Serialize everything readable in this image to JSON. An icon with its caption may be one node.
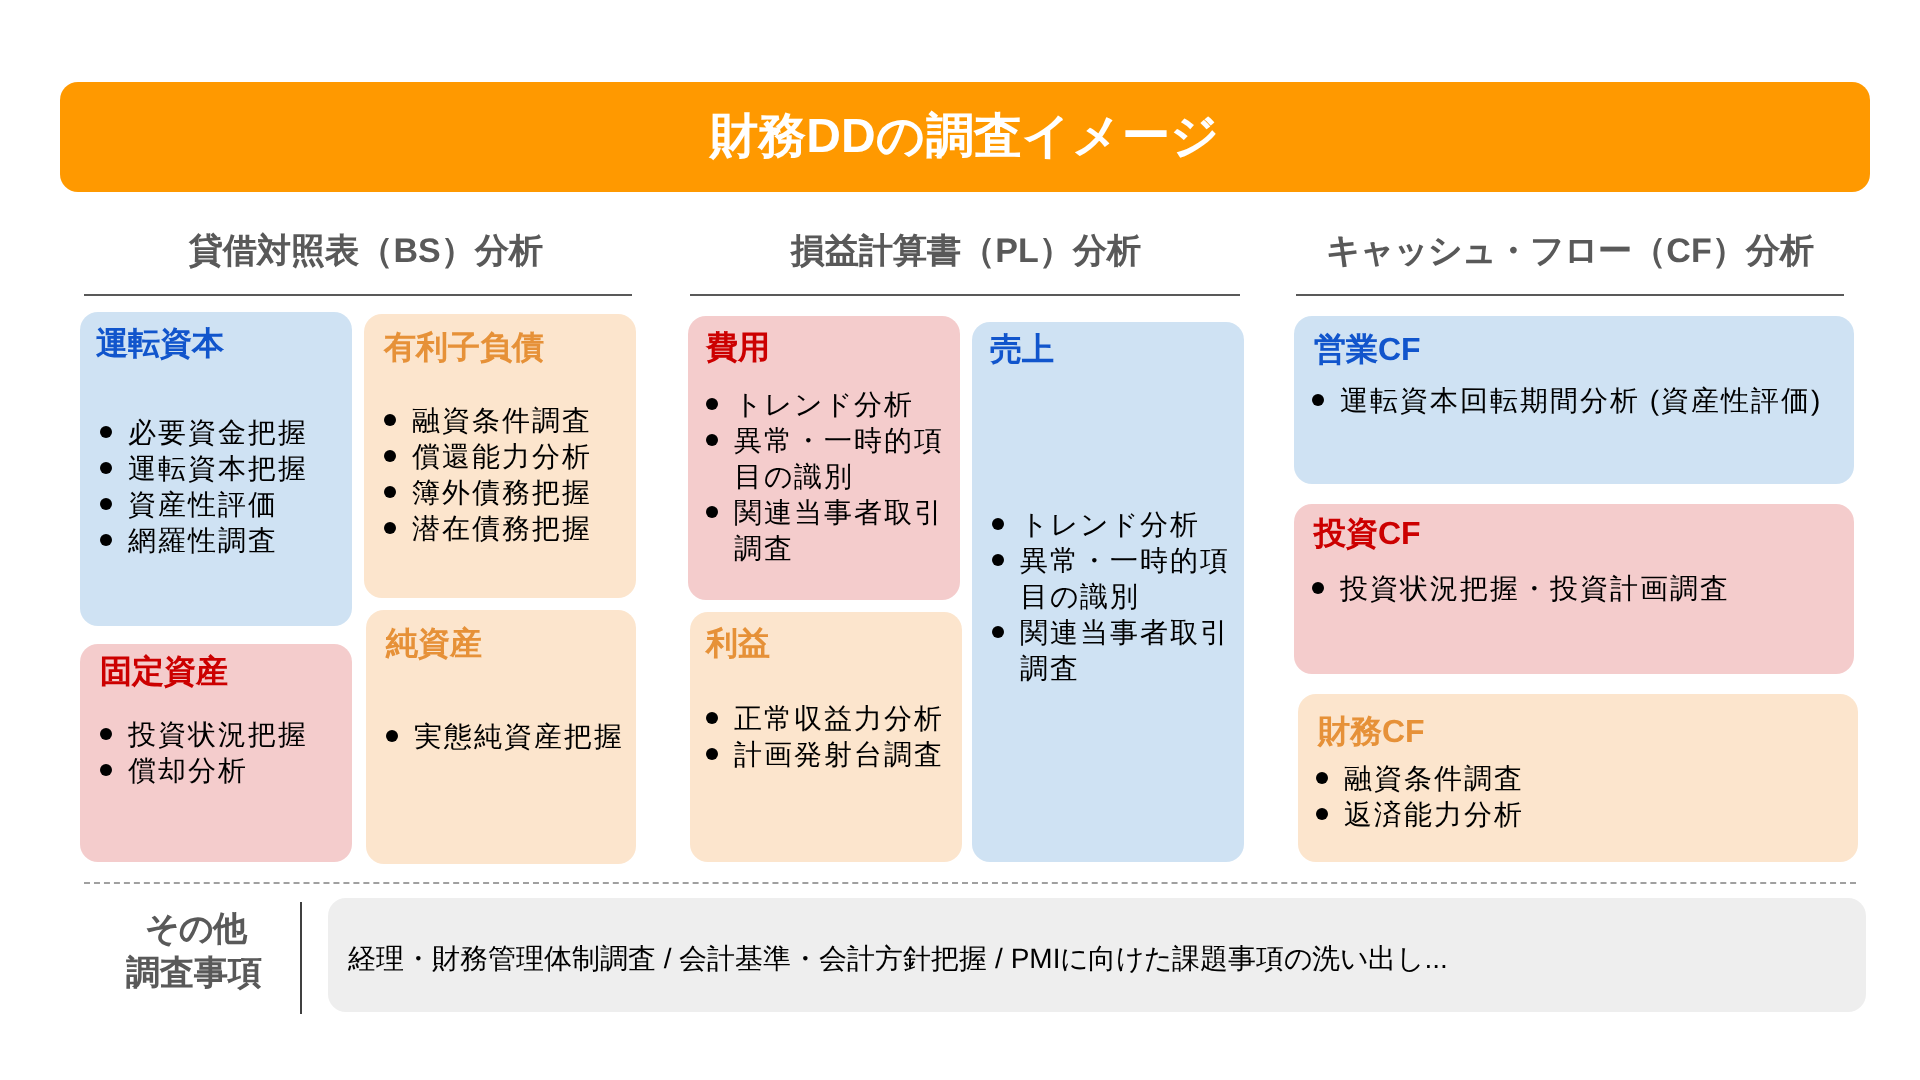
{
  "diagram": {
    "title": "財務DDの調査イメージ",
    "nodes": [
      {
        "text": [
          "運転資本",
          "必要資金把握",
          "運転資本把握",
          "資産性評価",
          "網羅性調査"
        ]
      },
      {
        "text": [
          "有利子負債",
          "融資条件調査",
          "償還能力分析",
          "簿外債務把握",
          "潜在債務把握"
        ]
      },
      {
        "text": [
          "固定資産",
          "投資状況把握",
          "償却分析"
        ]
      },
      {
        "text": [
          "純資産",
          "実態純資産把握"
        ]
      },
      {
        "text": [
          "費用",
          "トレンド分析",
          "異常・一時的項目の識別",
          "関連当事者取引調査"
        ]
      },
      {
        "text": [
          "売上",
          "トレンド分析",
          "異常・一時的項目の識別",
          "関連当事者取引調査"
        ]
      },
      {
        "text": [
          "利益",
          "正常収益力分析",
          "計画発射台調査"
        ]
      },
      {
        "text": [
          "営業CF",
          "運転資本回転期間分析 (資産性評価)"
        ]
      },
      {
        "text": [
          "投資CF",
          "投資状況把握・投資計画調査"
        ]
      },
      {
        "text": [
          "財務CF",
          "融資条件調査",
          "返済能力分析"
        ]
      },
      {
        "text": [
          "経理・財務管理体制調査 / 会計基準・会計方針把握 / PMIに向けた課題事項の洗い出し..."
        ]
      }
    ],
    "labels": [
      "貸借対照表（BS）分析",
      "損益計算書（PL）分析",
      "キャッシュ・フロー（CF）分析",
      "その他調査事項"
    ]
  }
}
